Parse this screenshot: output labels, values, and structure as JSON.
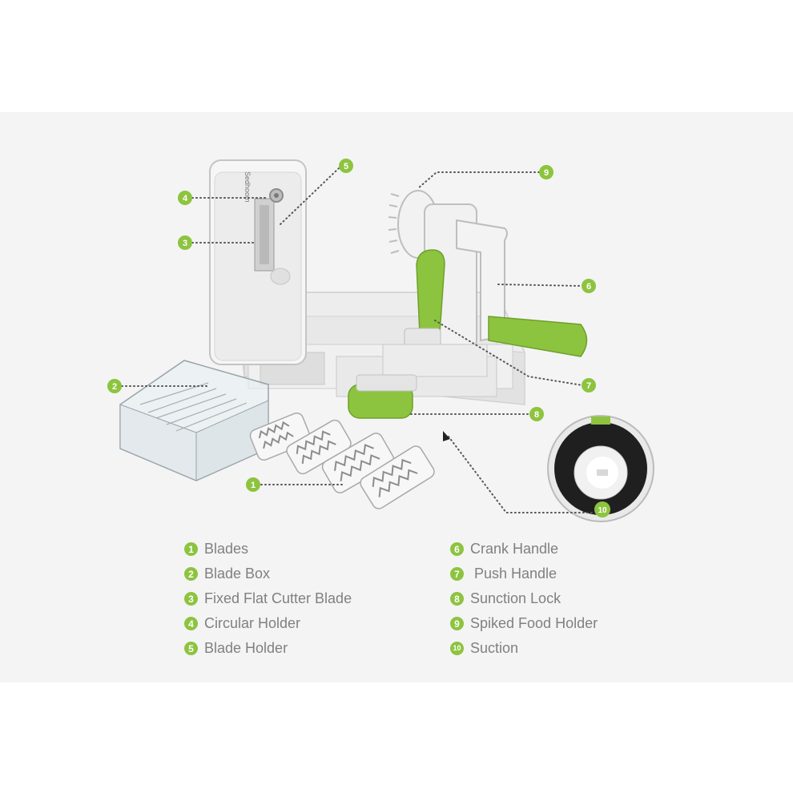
{
  "brand": "Sedhoom",
  "accent_color": "#8dc43f",
  "markers": [
    "1",
    "2",
    "3",
    "4",
    "5",
    "6",
    "7",
    "8",
    "9",
    "10"
  ],
  "legend_left": [
    {
      "num": "1",
      "label": "Blades"
    },
    {
      "num": "2",
      "label": "Blade Box"
    },
    {
      "num": "3",
      "label": "Fixed Flat Cutter Blade"
    },
    {
      "num": "4",
      "label": "Circular Holder"
    },
    {
      "num": "5",
      "label": "Blade Holder"
    }
  ],
  "legend_right": [
    {
      "num": "6",
      "label": "Crank Handle"
    },
    {
      "num": "7",
      "label": " Push Handle"
    },
    {
      "num": "8",
      "label": "Sunction Lock"
    },
    {
      "num": "9",
      "label": "Spiked Food Holder"
    },
    {
      "num": "10",
      "label": "Suction"
    }
  ]
}
